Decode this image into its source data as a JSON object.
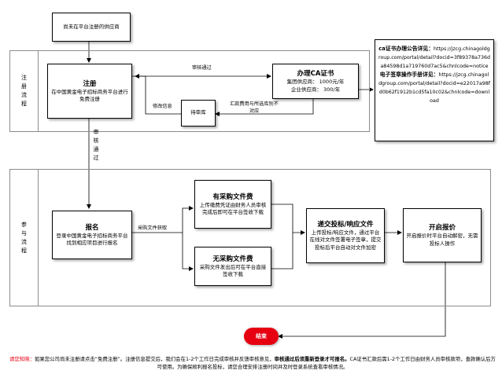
{
  "lanes": {
    "register": "注册流程",
    "participate": "参与流程"
  },
  "nodes": {
    "start": "尚未在平台注册的供应商",
    "register_title": "注册",
    "register_desc": "在中国黄金电子招标商务平台进行免费注册",
    "pending": "待审库",
    "ca_title": "办理CA证书",
    "ca_group": "集团供应商： 1000元/年",
    "ca_company": "企业供应商：   300/年",
    "signup_title": "报名",
    "signup_desc": "登录中国黄金电子招标商务平台找到相应项目进行报名",
    "fee_title": "有采购文件费",
    "fee_desc": "上传缴费凭证由财务人员审核完成后即可在平台签收下载",
    "nofee_title": "无采购文件费",
    "nofee_desc": "采购文件发出后可在平台直接签收下载",
    "submit_title": "递交投标/响应文件",
    "submit_desc": "上传投标/响应文件，通过平台在线对文件签署电子签章，提交投标后平台自动对文件加密",
    "open_title": "开启报价",
    "open_desc": "开启报价时平台自动解密，无需投标人操作",
    "end": "结束"
  },
  "edge_labels": {
    "approved": "审核通过",
    "modify": "修改信息",
    "payment": "汇款费用与所选库别不对应",
    "review": "审核通过",
    "get_docs": "采购文件获取"
  },
  "info_box": {
    "ca_title": "ca证书办理公告详见：",
    "ca_url": "https://jzcg.chinagoldgroup.com/portal/detail?docid=3f89378a736da84598d1a719760d7ac5&chnlcode=notice",
    "sign_title": "电子签章操作手册详见：",
    "sign_url": "https://jzcg.chinagoldgroup.com/portal/detail?docid=e22017a98fd0b62f1912b1cd5fa10c02&chnlcode=download"
  },
  "footer": {
    "prefix": "请您知晓：",
    "part1": "如果您公司尚未注册请点击“免费注册”。注册信息提交后，我们会在1-2个工作日完成审核并反馈审核意见，",
    "bold": "审核通过后须重新登录才可报名。",
    "part2": "CA证书汇款后需1-2个工作日由财务人员审核款项，查款确认后方可使用。为确保顺利报名投标，请您合理安排注册时间并及时登录系统查看审核情况。"
  },
  "colors": {
    "end_fill": "#e60012",
    "notice_red": "#e60012",
    "lane_border": "#8c8c8c"
  }
}
